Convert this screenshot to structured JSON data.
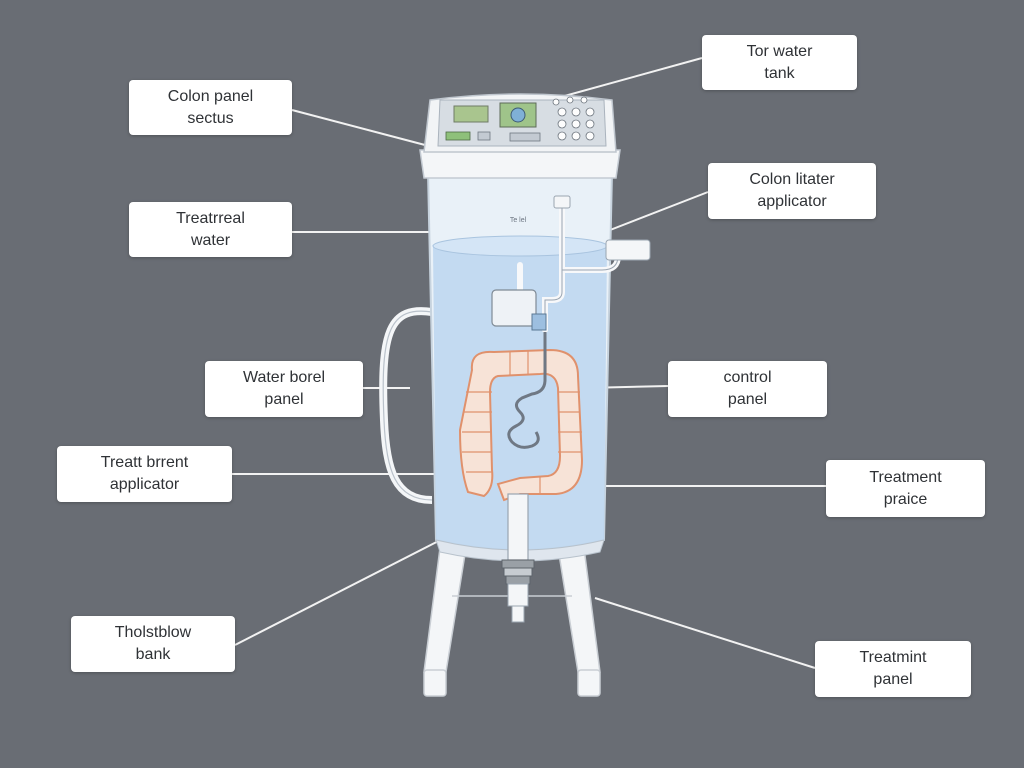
{
  "colors": {
    "background": "#696d74",
    "callout_fill": "#ffffff",
    "leader_line": "#f2f2f2",
    "water": "#bcd6f0",
    "colon": "#e7a98a"
  },
  "labels": {
    "colon_panel_sectus": {
      "line1": "Colon panel",
      "line2": "sectus"
    },
    "tor_water_tank": {
      "line1": "Tor water",
      "line2": "tank"
    },
    "treatrreal_water": {
      "line1": "Treatrreal",
      "line2": "water"
    },
    "colon_litater_applicator": {
      "line1": "Colon litater",
      "line2": "applicator"
    },
    "water_borel_panel": {
      "line1": "Water borel",
      "line2": "panel"
    },
    "control_panel": {
      "line1": "control",
      "line2": "panel"
    },
    "treatbrrent_applicator": {
      "line1": "Treatt brrent",
      "line2": "applicator"
    },
    "treatment_praice": {
      "line1": "Treatment",
      "line2": "praice"
    },
    "tholstblow_bank": {
      "line1": "Tholstblow",
      "line2": "bank"
    },
    "treatmint_panel": {
      "line1": "Treatmint",
      "line2": "panel"
    }
  },
  "device": {
    "tank_label": "Te lel"
  }
}
